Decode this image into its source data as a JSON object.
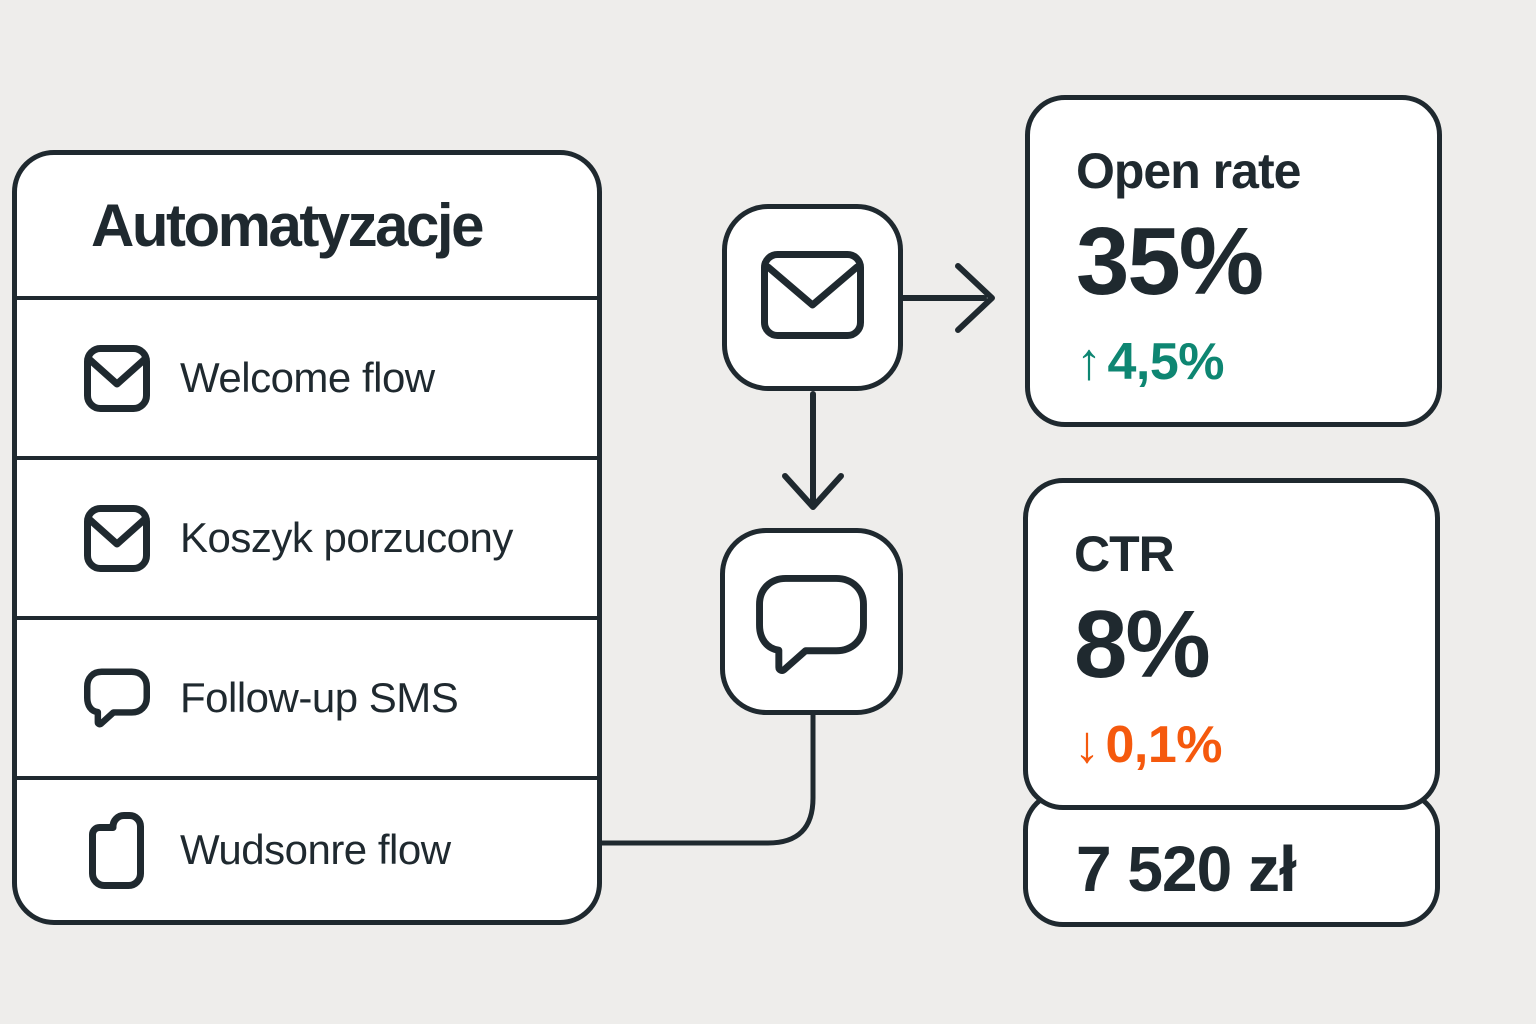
{
  "colors": {
    "bg": "#eeedeb",
    "card": "#ffffff",
    "ink": "#1f292f",
    "positive": "#0e8672",
    "negative": "#f5590d"
  },
  "panel": {
    "title": "Automatyzacje",
    "items": [
      {
        "icon": "envelope-icon",
        "label": "Welcome flow"
      },
      {
        "icon": "envelope-icon",
        "label": "Koszyk porzucony"
      },
      {
        "icon": "chat-bubble-icon",
        "label": "Follow-up SMS"
      },
      {
        "icon": "document-icon",
        "label": "Wudsonre flow"
      }
    ]
  },
  "flow_nodes": {
    "email": {
      "icon": "envelope-icon"
    },
    "sms": {
      "icon": "chat-bubble-icon"
    }
  },
  "cards": {
    "open_rate": {
      "label": "Open rate",
      "value": "35%",
      "delta_arrow": "↑",
      "delta": "4,5%",
      "trend": "up"
    },
    "ctr": {
      "label": "CTR",
      "value": "8%",
      "delta_arrow": "↓",
      "delta": "0,1%",
      "trend": "down"
    },
    "revenue": {
      "value": "7 520 zł"
    }
  }
}
